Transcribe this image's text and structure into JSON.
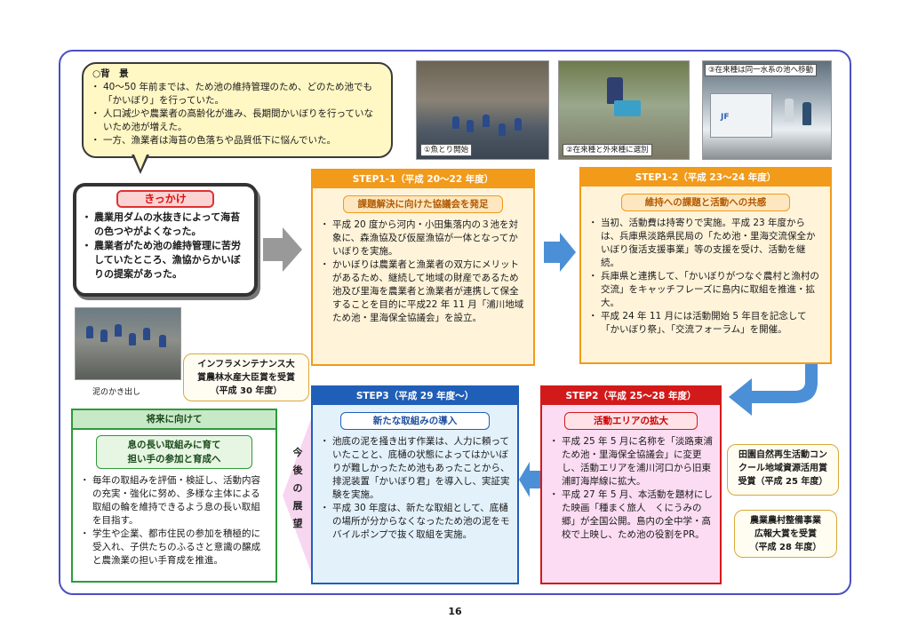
{
  "background": {
    "title": "○背　景",
    "items": [
      "40～50 年前までは、ため池の維持管理のため、どのため池でも「かいぼり」を行っていた。",
      "人口減少や農業者の高齢化が進み、長期間かいぼりを行っていないため池が増えた。",
      "一方、漁業者は海苔の色落ちや品質低下に悩んでいた。"
    ]
  },
  "trigger": {
    "title": "きっかけ",
    "items": [
      "農業用ダムの水抜きによって海苔の色つやがよくなった。",
      "農業者がため池の維持管理に苦労していたところ、漁協からかいぼりの提案があった。"
    ]
  },
  "photos": {
    "p1": "①魚とり開始",
    "p2": "②在来種と外来種に選別",
    "p3": "③在来種は同一水系の池へ移動",
    "p4": "泥のかき出し"
  },
  "step1_1": {
    "header": "STEP1-1（平成 20～22 年度）",
    "subtitle": "課題解決に向けた協議会を発足",
    "items": [
      "平成 20 度から河内・小田集落内の３池を対象に、森漁協及び仮屋漁協が一体となってかいぼりを実施。",
      "かいぼりは農業者と漁業者の双方にメリットがあるため、継続して地域の財産であるため池及び里海を農業者と漁業者が連携して保全することを目的に平成22 年 11 月「浦川地域ため池・里海保全協議会」を設立。"
    ]
  },
  "step1_2": {
    "header": "STEP1-2（平成 23～24 年度）",
    "subtitle": "維持への課題と活動への共感",
    "items": [
      "当初、活動費は持寄りで実施。平成 23 年度からは、兵庫県淡路県民局の「ため池・里海交流保全かいぼり復活支援事業」等の支援を受け、活動を継続。",
      "兵庫県と連携して、「かいぼりがつなぐ農村と漁村の交流」をキャッチフレーズに島内に取組を推進・拡大。",
      "平成 24 年 11 月には活動開始 5 年目を記念して「かいぼり祭」、「交流フォーラム」を開催。"
    ]
  },
  "step2": {
    "header": "STEP2（平成 25～28 年度）",
    "subtitle": "活動エリアの拡大",
    "items": [
      "平成 25 年 5 月に名称を「淡路東浦ため池・里海保全協議会」に変更し、活動エリアを浦川河口から旧東浦町海岸線に拡大。",
      "平成 27 年 5 月、本活動を題材にした映画「種まく旅人　くにうみの郷」が全国公開。島内の全中学・高校で上映し、ため池の役割をPR。"
    ]
  },
  "step3": {
    "header": "STEP3（平成 29 年度～）",
    "subtitle": "新たな取組みの導入",
    "items": [
      "池底の泥を掻き出す作業は、人力に頼っていたことと、底樋の状態によってはかいぼりが難しかったため池もあったことから、排泥装置「かいぼり君」を導入し、実証実験を実施。",
      "平成 30 年度は、新たな取組として、底樋の場所が分からなくなったため池の泥をモバイルポンプで抜く取組を実施。"
    ]
  },
  "future": {
    "header": "将来に向けて",
    "subtitle_line1": "息の長い取組みに育て",
    "subtitle_line2": "担い手の参加と育成へ",
    "items": [
      "毎年の取組みを評価・検証し、活動内容の充実・強化に努め、多様な主体による取組の輪を維持できるよう息の長い取組を目指す。",
      "学生や企業、都市住民の参加を積極的に受入れ、子供たちのふるさと意識の醸成と農漁業の担い手育成を推進。"
    ]
  },
  "outlook": [
    "今",
    "後",
    "の",
    "展",
    "望"
  ],
  "awards": {
    "a1_l1": "インフラメンテナンス大",
    "a1_l2": "賞農林水産大臣賞を受賞",
    "a1_l3": "（平成 30 年度）",
    "a2_l1": "田園自然再生活動コン",
    "a2_l2": "クール地域資源活用賞",
    "a2_l3": "受賞（平成 25 年度）",
    "a3_l1": "農業農村整備事業",
    "a3_l2": "広報大賞を受賞",
    "a3_l3": "（平成 28 年度）"
  },
  "page_number": "16",
  "colors": {
    "frame": "#4b4fc4",
    "step1": "#f29a1a",
    "step2": "#d31a1a",
    "step3": "#1f5fb8",
    "future": "#2e9a3a",
    "arrow_gray": "#999999",
    "arrow_blue": "#4b8fd6"
  }
}
